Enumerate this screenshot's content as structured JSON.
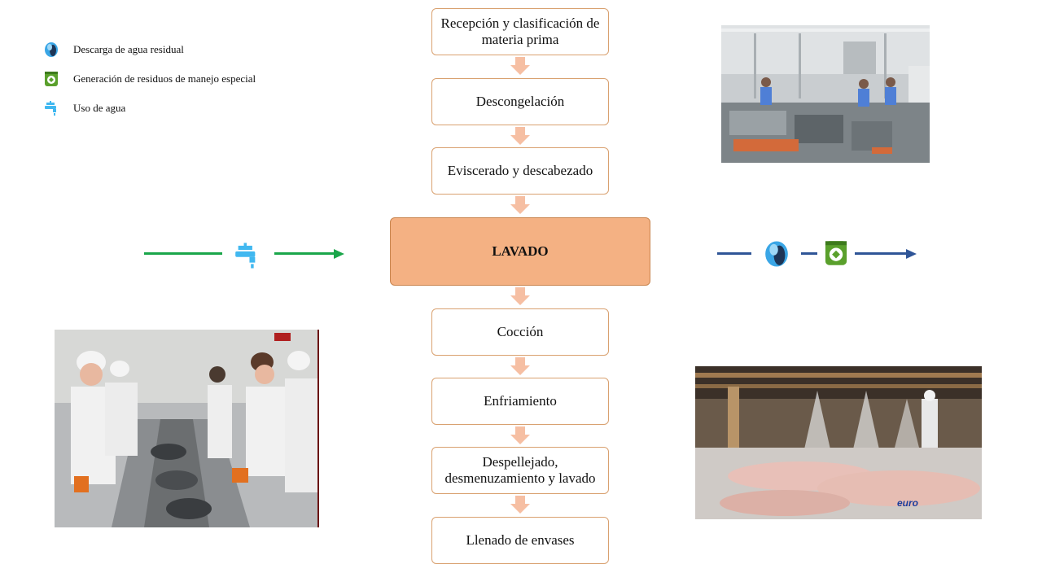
{
  "legend": {
    "items": [
      {
        "label": "Descarga de agua residual",
        "icon": "wastewater-discharge-icon"
      },
      {
        "label": "Generación de residuos de manejo especial",
        "icon": "recycle-bin-icon"
      },
      {
        "label": "Uso de agua",
        "icon": "water-tap-icon"
      }
    ]
  },
  "process": {
    "steps": [
      "Recepción y clasificación de materia prima",
      "Descongelación",
      "Eviscerado y descabezado",
      "LAVADO",
      "Cocción",
      "Enfriamiento",
      "Despellejado, desmenuzamiento y lavado",
      "Llenado de envases"
    ]
  },
  "photos": {
    "watermark": "euro"
  },
  "colors": {
    "step_border": "#d9a170",
    "highlight_fill": "#f4b183",
    "arrow_fill": "#f6bfa3",
    "input_line": "#1aa64a",
    "output_line": "#2f5597",
    "water_icon": "#41b8f0"
  }
}
